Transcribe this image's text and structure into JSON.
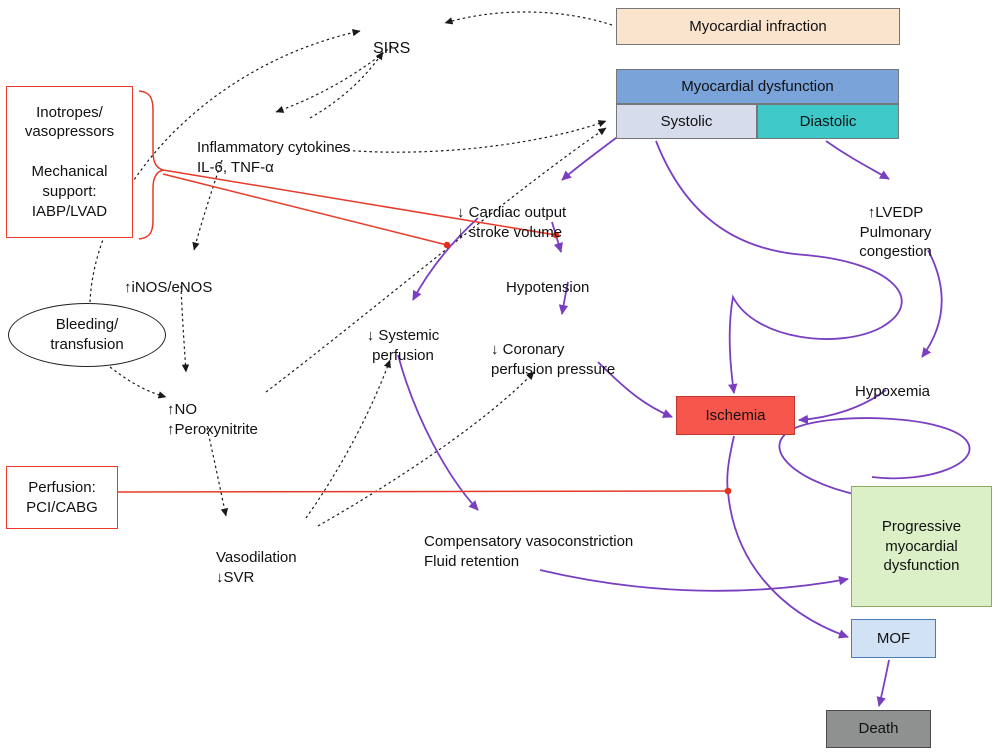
{
  "nodes": {
    "mi": {
      "label": "Myocardial infraction"
    },
    "md": {
      "label": "Myocardial dysfunction"
    },
    "systolic": {
      "label": "Systolic"
    },
    "diastolic": {
      "label": "Diastolic"
    },
    "sirs": {
      "label": "SIRS"
    },
    "cytokines": {
      "label": "Inflammatory cytokines\nIL-6, TNF-α"
    },
    "inos": {
      "label": "↑iNOS/eNOS"
    },
    "no_peroxynitrite": {
      "label": "↑NO\n↑Peroxynitrite"
    },
    "cardiac_output": {
      "label": "↓ Cardiac output\n↓ stroke volume"
    },
    "hypotension": {
      "label": "Hypotension"
    },
    "systemic_perfusion": {
      "label": "↓ Systemic\nperfusion"
    },
    "coronary_perfusion": {
      "label": "↓ Coronary\nperfusion pressure"
    },
    "lvedp": {
      "label": "↑LVEDP\nPulmonary\ncongestion"
    },
    "hypoxemia": {
      "label": "Hypoxemia"
    },
    "ischemia": {
      "label": "Ischemia"
    },
    "vasodilation": {
      "label": "Vasodilation\n↓SVR"
    },
    "compensatory": {
      "label": "Compensatory vasoconstriction\nFluid retention"
    },
    "progressive": {
      "label": "Progressive\nmyocardial\ndysfunction"
    },
    "mof": {
      "label": "MOF"
    },
    "death": {
      "label": "Death"
    },
    "inotropes": {
      "label": "Inotropes/\nvasopressors\n\nMechanical\nsupport:\nIABP/LVAD"
    },
    "perfusion": {
      "label": "Perfusion:\nPCI/CABG"
    },
    "bleeding": {
      "label": "Bleeding/\ntransfusion"
    }
  },
  "colors": {
    "mi_fill": "#fbe4ce",
    "dysfunction_fill": "#79a3d9",
    "systolic_fill": "#d6dcec",
    "diastolic_fill": "#3ec8c8",
    "ischemia_fill": "#f7564d",
    "progressive_fill": "#dbf0c6",
    "mof_fill": "#d0e2f4",
    "death_fill": "#8f9191",
    "treatment_border": "#e8392a",
    "purple_arrow": "#7a3fc1",
    "dashed_arrow": "#1a1a1a",
    "inhibit_line": "#e8392a"
  }
}
